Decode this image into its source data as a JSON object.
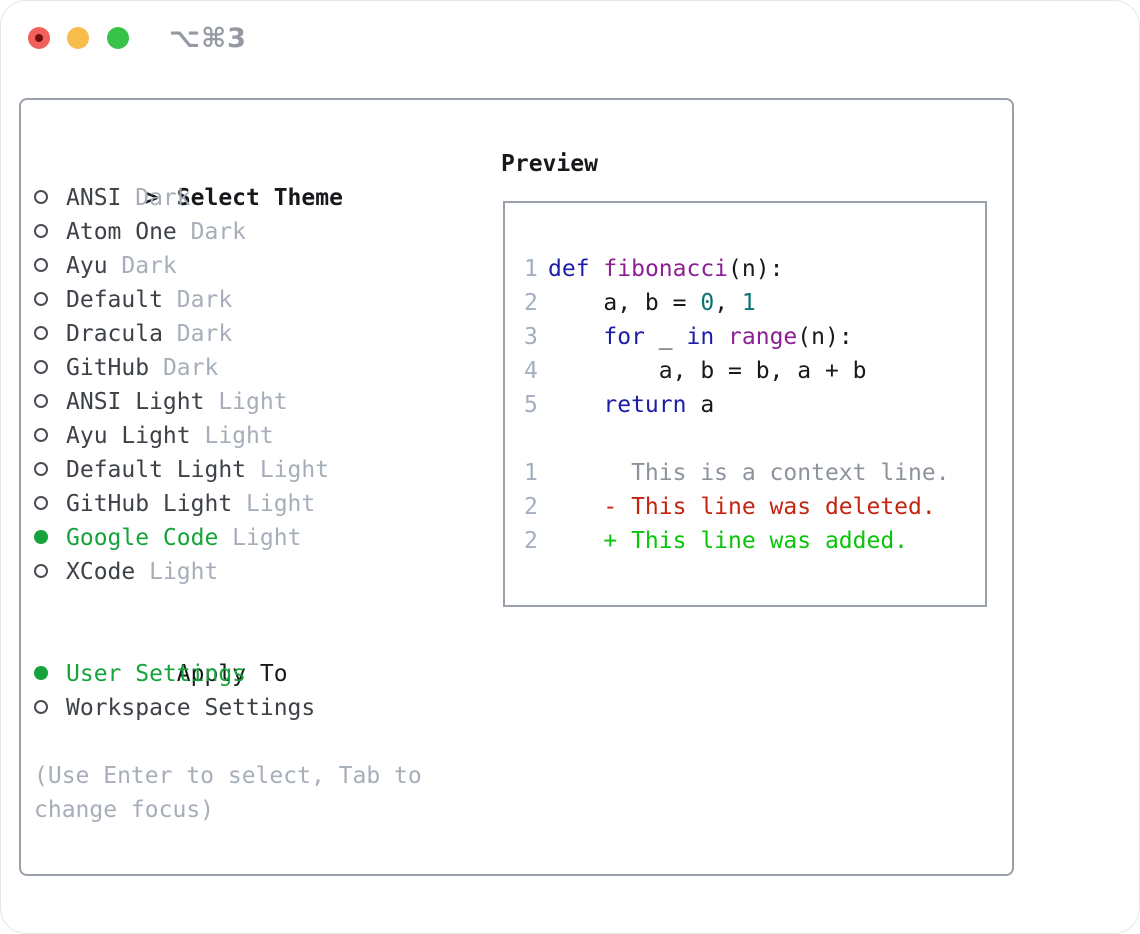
{
  "window": {
    "title": "⌥⌘3"
  },
  "theme_list": {
    "prompt": ">",
    "header": "Select Theme",
    "items": [
      {
        "name": "ANSI",
        "variant": "Dark",
        "selected": false
      },
      {
        "name": "Atom One",
        "variant": "Dark",
        "selected": false
      },
      {
        "name": "Ayu",
        "variant": "Dark",
        "selected": false
      },
      {
        "name": "Default",
        "variant": "Dark",
        "selected": false
      },
      {
        "name": "Dracula",
        "variant": "Dark",
        "selected": false
      },
      {
        "name": "GitHub",
        "variant": "Dark",
        "selected": false
      },
      {
        "name": "ANSI Light",
        "variant": "Light",
        "selected": false
      },
      {
        "name": "Ayu Light",
        "variant": "Light",
        "selected": false
      },
      {
        "name": "Default Light",
        "variant": "Light",
        "selected": false
      },
      {
        "name": "GitHub Light",
        "variant": "Light",
        "selected": false
      },
      {
        "name": "Google Code",
        "variant": "Light",
        "selected": true
      },
      {
        "name": "XCode",
        "variant": "Light",
        "selected": false
      }
    ]
  },
  "apply_to": {
    "header": "Apply To",
    "options": [
      {
        "label": "User Settings",
        "selected": true
      },
      {
        "label": "Workspace Settings",
        "selected": false
      }
    ]
  },
  "hint": {
    "line1": "(Use Enter to select, Tab to",
    "line2": "change focus)"
  },
  "preview": {
    "header": "Preview",
    "code_lines": [
      {
        "num": "1",
        "segments": [
          {
            "t": "def",
            "c": "k"
          },
          {
            "t": " ",
            "c": "p"
          },
          {
            "t": "fibonacci",
            "c": "f"
          },
          {
            "t": "(n):",
            "c": "p"
          }
        ]
      },
      {
        "num": "2",
        "segments": [
          {
            "t": "    a, b = ",
            "c": "p"
          },
          {
            "t": "0",
            "c": "l"
          },
          {
            "t": ", ",
            "c": "p"
          },
          {
            "t": "1",
            "c": "l"
          }
        ]
      },
      {
        "num": "3",
        "segments": [
          {
            "t": "    ",
            "c": "p"
          },
          {
            "t": "for",
            "c": "k"
          },
          {
            "t": " _ ",
            "c": "p"
          },
          {
            "t": "in",
            "c": "k"
          },
          {
            "t": " ",
            "c": "p"
          },
          {
            "t": "range",
            "c": "f"
          },
          {
            "t": "(n):",
            "c": "p"
          }
        ]
      },
      {
        "num": "4",
        "segments": [
          {
            "t": "        a, b = b, a + b",
            "c": "p"
          }
        ]
      },
      {
        "num": "5",
        "segments": [
          {
            "t": "    ",
            "c": "p"
          },
          {
            "t": "return",
            "c": "k"
          },
          {
            "t": " a",
            "c": "p"
          }
        ]
      }
    ],
    "diff_lines": [
      {
        "num": "1",
        "type": "context",
        "text": "      This is a context line."
      },
      {
        "num": "2",
        "type": "deleted",
        "text": "    - This line was deleted."
      },
      {
        "num": "2",
        "type": "added",
        "text": "    + This line was added."
      }
    ]
  },
  "colors": {
    "panel_border": "#9aa1ac",
    "selection_green": "#16a33c",
    "muted_gray": "#a6aeb9",
    "line_number": "#a3aec1",
    "code_plain": "#17191d",
    "code_keyword": "#1c1ca8",
    "code_function": "#8c1f93",
    "code_literal": "#0b7171",
    "diff_context": "#8d939c",
    "diff_deleted": "#c42410",
    "diff_added": "#0ac40a",
    "traffic_red": "#f1605a",
    "traffic_yellow": "#f6bd4a",
    "traffic_green": "#38c24a"
  }
}
